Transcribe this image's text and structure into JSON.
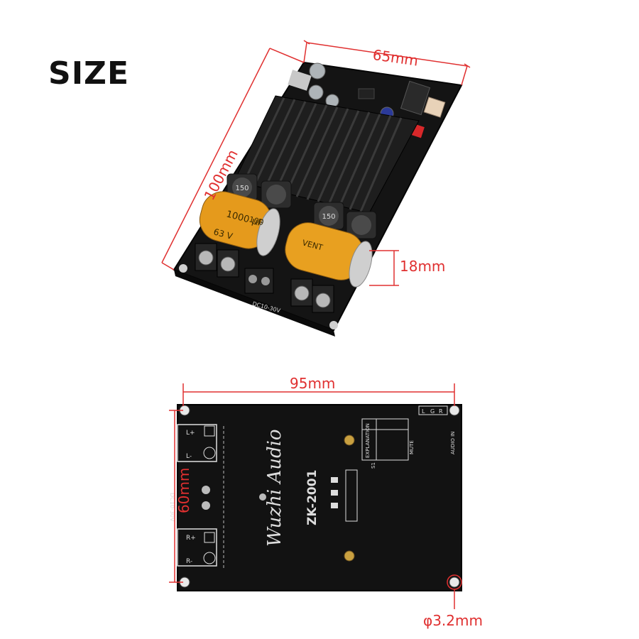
{
  "title": "SIZE",
  "top_view": {
    "dim_width": "65mm",
    "dim_length": "100mm",
    "dim_height": "18mm",
    "inductor_label": "150",
    "cap_left_value": "1000 µF",
    "cap_left_rating": "63 V",
    "cap_left_side": "100",
    "cap_right_brand": "VENT",
    "power_label": "DC10-30V"
  },
  "bottom_view": {
    "dim_width": "95mm",
    "dim_height": "60mm",
    "dim_hole": "φ3.2mm",
    "brand": "Wuzhi Audio",
    "model": "ZK-2001",
    "explanation_label": "EXPLANATION",
    "mute_label": "MUTE",
    "audio_in_label": "AUDIO IN",
    "power_label": "DC10-30V",
    "l_plus": "L+",
    "l_minus": "L-",
    "r_plus": "R+",
    "r_minus": "R-",
    "s1": "S1",
    "jack_labels": [
      "L",
      "G",
      "R"
    ]
  },
  "colors": {
    "dimension": "#e03030",
    "pcb": "#121212",
    "heatsink": "#1c1c1c",
    "capacitor": "#e59a1c"
  }
}
